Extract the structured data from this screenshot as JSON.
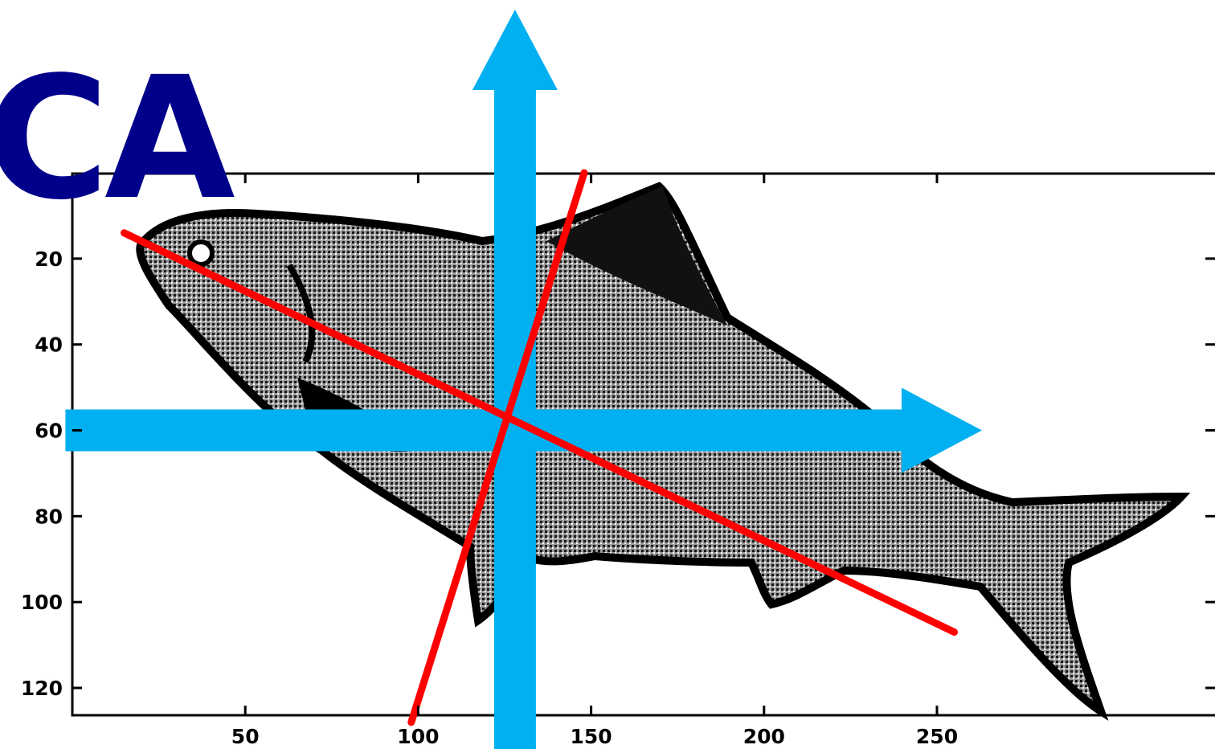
{
  "title": "CA",
  "colors": {
    "title": "#00008b",
    "axis_arrows": "#00b0f0",
    "principal_components": "#ff0000",
    "fish": "#111111",
    "frame": "#000000"
  },
  "chart_data": {
    "type": "scatter",
    "description_kind": "image-with-principal-axes",
    "xlim": [
      0,
      260
    ],
    "ylim": [
      0,
      128
    ],
    "y_inverted": true,
    "grid": false,
    "x_ticks": [
      50,
      100,
      150,
      200,
      250
    ],
    "y_ticks": [
      20,
      40,
      60,
      80,
      100,
      120
    ],
    "x_tick_labels": [
      "50",
      "100",
      "150",
      "200",
      "250"
    ],
    "y_tick_labels": [
      "20",
      "40",
      "60",
      "80",
      "100",
      "120"
    ],
    "center": {
      "x": 125,
      "y": 58
    },
    "axis_arrows": [
      {
        "from": {
          "x": -2,
          "y": 60
        },
        "to": {
          "x": 263,
          "y": 60
        }
      },
      {
        "from": {
          "x": 128,
          "y": 137
        },
        "to": {
          "x": 128,
          "y": -38
        }
      }
    ],
    "series": [
      {
        "values": [
          {
            "x": 15,
            "y": 14
          },
          {
            "x": 255,
            "y": 107
          }
        ]
      },
      {
        "values": [
          {
            "x": 98,
            "y": 128
          },
          {
            "x": 148,
            "y": 0
          }
        ]
      }
    ]
  }
}
